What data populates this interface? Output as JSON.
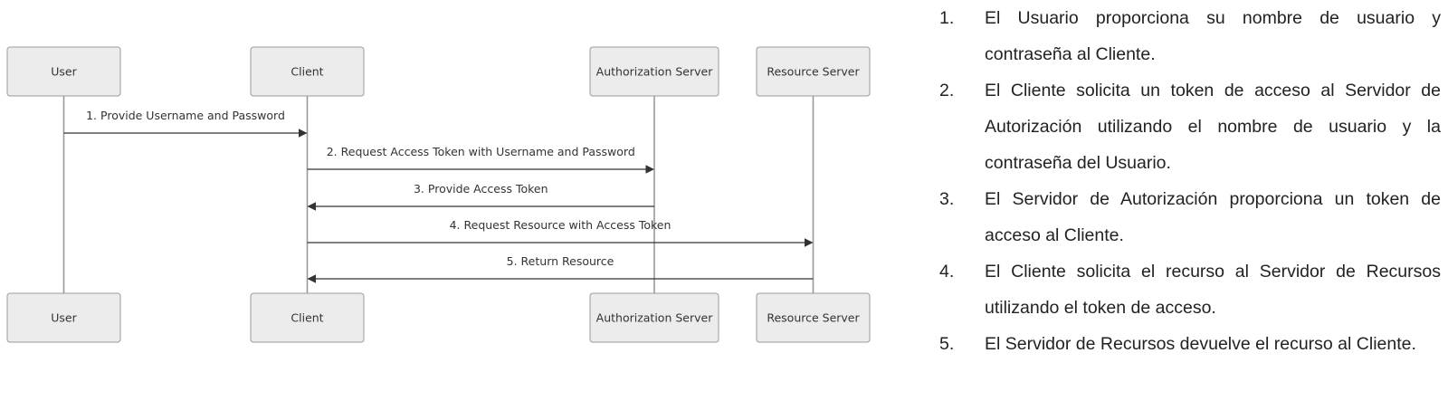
{
  "diagram": {
    "participants": [
      {
        "id": "user",
        "label": "User"
      },
      {
        "id": "client",
        "label": "Client"
      },
      {
        "id": "auth",
        "label": "Authorization Server"
      },
      {
        "id": "resource",
        "label": "Resource Server"
      }
    ],
    "messages": [
      {
        "from": "user",
        "to": "client",
        "label": "1. Provide Username and Password"
      },
      {
        "from": "client",
        "to": "auth",
        "label": "2. Request Access Token with Username and Password"
      },
      {
        "from": "auth",
        "to": "client",
        "label": "3. Provide Access Token"
      },
      {
        "from": "client",
        "to": "resource",
        "label": "4. Request Resource with Access Token"
      },
      {
        "from": "resource",
        "to": "client",
        "label": "5. Return Resource"
      }
    ]
  },
  "steps": [
    {
      "number": "1.",
      "text": "El Usuario proporciona su nombre de usuario y contraseña al Cliente."
    },
    {
      "number": "2.",
      "text": "El Cliente solicita un token de acceso al Servidor de Autorización utilizando el nombre de usuario y la contraseña del Usuario."
    },
    {
      "number": "3.",
      "text": "El Servidor de Autorización proporciona un token de acceso al Cliente."
    },
    {
      "number": "4.",
      "text": "El Cliente solicita el recurso al Servidor de Recursos utilizando el token de acceso."
    },
    {
      "number": "5.",
      "text": "El Servidor de Recursos devuelve el recurso al Cliente."
    }
  ]
}
